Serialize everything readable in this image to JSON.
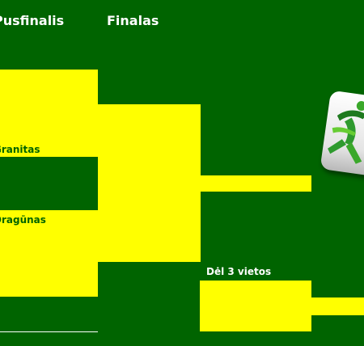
{
  "columns": {
    "semifinal": "Pusfinalis",
    "final": "Finalas"
  },
  "semifinal_teams": [
    "Granitas",
    "Dragūnas"
  ],
  "third_place_label": "Dėl 3 vietos",
  "colors": {
    "background": "#006400",
    "block": "#ffff00",
    "text": "#ffffff",
    "team_text": "#006400"
  },
  "logo": {
    "icon": "handball-player-logo-icon"
  }
}
